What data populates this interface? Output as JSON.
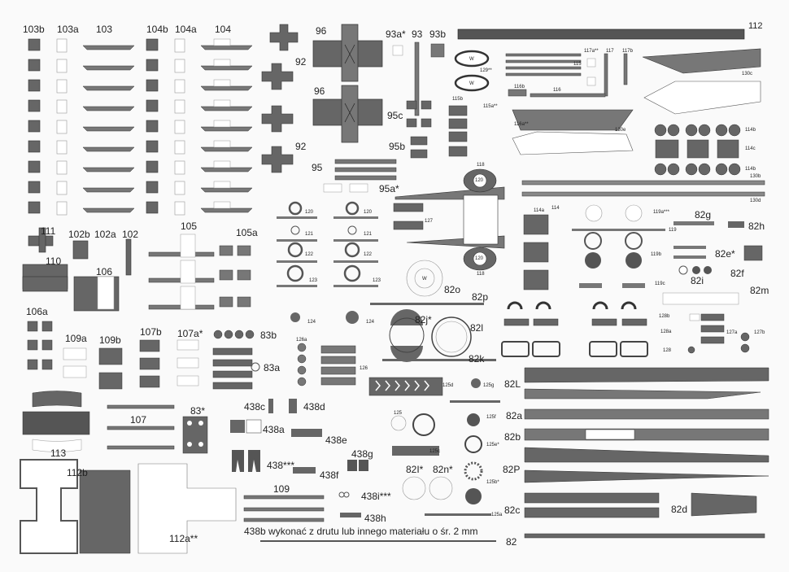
{
  "labels": {
    "p103b": "103b",
    "p103a": "103a",
    "p103": "103",
    "p104b": "104b",
    "p104a": "104a",
    "p104": "104",
    "p96a": "96",
    "p96b": "96",
    "p92a": "92",
    "p92b": "92",
    "p93a": "93a*",
    "p93": "93",
    "p93b": "93b",
    "p112": "112",
    "p95c": "95c",
    "p95b": "95b",
    "p95": "95",
    "p95a": "95a*",
    "p117a": "117a**",
    "p117": "117",
    "p117b": "117b",
    "p115": "115",
    "p129": "129**",
    "p116": "116",
    "p116b": "116b",
    "p115b": "115b",
    "p115a": "115a**",
    "p116a": "116a**",
    "p130c": "130c",
    "p130e": "130e",
    "p114b1": "114b",
    "p114c": "114c",
    "p114b2": "114b",
    "p130b": "130b",
    "p130d": "130d",
    "p118a": "118",
    "p118b": "118",
    "p120a": "120",
    "p120b": "120",
    "p111": "111",
    "p102b": "102b",
    "p102a": "102a",
    "p102": "102",
    "p110": "110",
    "p106": "106",
    "p105": "105",
    "p105a": "105a",
    "p120c": "120",
    "p120d": "120",
    "p121a": "121",
    "p121b": "121",
    "p122a": "122",
    "p122b": "122",
    "p123a": "123",
    "p123b": "123",
    "p124a": "124",
    "p124b": "124",
    "p127": "127",
    "p82o": "82o",
    "p82p": "82p",
    "p82j": "82j*",
    "p82l": "82l",
    "p82k": "82k",
    "p114a": "114a",
    "p114": "114",
    "p119a": "119a***",
    "p119": "119",
    "p119b": "119b",
    "p119c": "119c",
    "p82g": "82g",
    "p82h": "82h",
    "p82e": "82e*",
    "p82f": "82f",
    "p82i": "82i",
    "p82m": "82m",
    "p106a": "106a",
    "p109a": "109a",
    "p109b": "109b",
    "p107b": "107b",
    "p107a": "107a*",
    "p83b": "83b",
    "p83a": "83a",
    "p126a": "126a",
    "p126": "126",
    "p128b": "128b",
    "p128a": "128a",
    "p128": "128",
    "p127a": "127a",
    "p127b": "127b",
    "p113": "113",
    "p107": "107",
    "p83": "83*",
    "p438c": "438c",
    "p438d": "438d",
    "p438a": "438a",
    "p438e": "438e",
    "p438": "438***",
    "p438f": "438f",
    "p438g": "438g",
    "p125d": "125d",
    "p125g": "125g",
    "p125": "125",
    "p125c": "125c",
    "p125f": "125f",
    "p125e": "125e*",
    "p125b": "125b*",
    "p125a": "125a",
    "p82I": "82I*",
    "p82n": "82n*",
    "p109": "109",
    "p438i": "438i***",
    "p438h": "438h",
    "p112b": "112b",
    "p112a": "112a**",
    "p82L": "82L",
    "p82a": "82a",
    "p82b": "82b",
    "p82P": "82P",
    "p82c": "82c",
    "p82d": "82d",
    "p82": "82",
    "w1": "W",
    "w2": "W",
    "w3": "W"
  },
  "note": "438b wykonać z drutu lub innego materiału o śr. 2 mm",
  "colors": {
    "paper": "#fafafa",
    "dark": "#555",
    "mid": "#8a8a8a",
    "light": "#c8c8c8",
    "ink": "#222"
  }
}
